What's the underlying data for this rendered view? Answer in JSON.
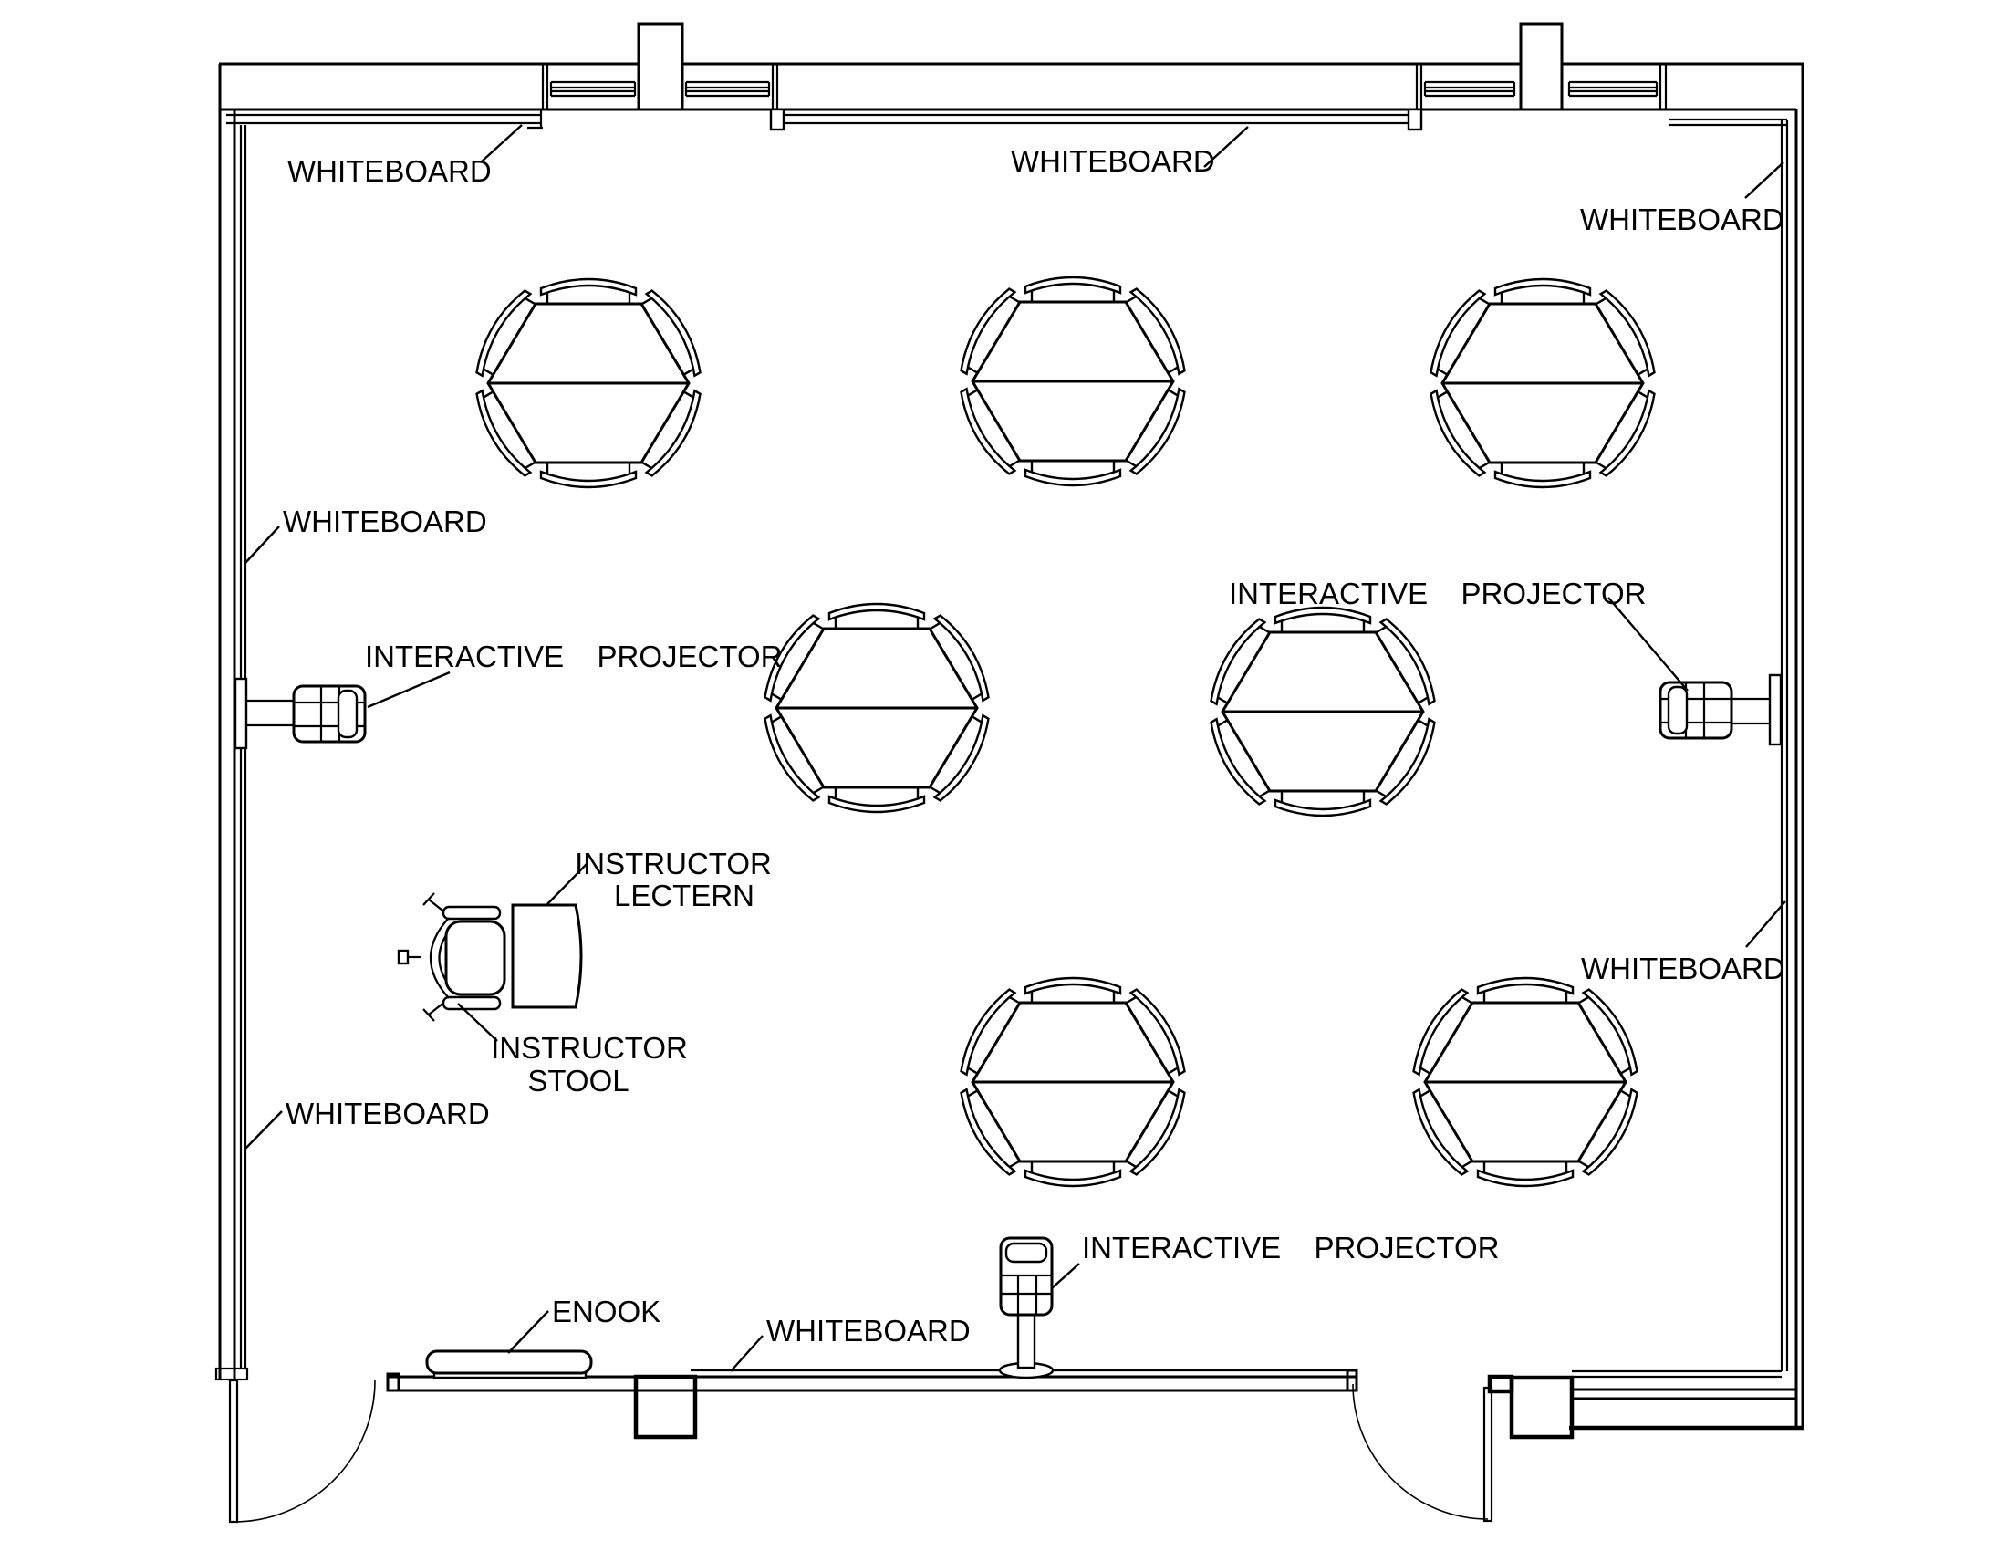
{
  "colors": {
    "line": "#000000",
    "background": "#ffffff"
  },
  "labels": {
    "whiteboard_top_left": "WHITEBOARD",
    "whiteboard_top_center": "WHITEBOARD",
    "whiteboard_top_right": "WHITEBOARD",
    "whiteboard_left_upper": "WHITEBOARD",
    "whiteboard_left_lower": "WHITEBOARD",
    "whiteboard_right_middle": "WHITEBOARD",
    "whiteboard_bottom": "WHITEBOARD",
    "interactive_projector_left": "INTERACTIVE  PROJECTOR",
    "interactive_projector_right": "INTERACTIVE  PROJECTOR",
    "interactive_projector_bottom": "INTERACTIVE  PROJECTOR",
    "instructor_lectern": {
      "line1": "INSTRUCTOR",
      "line2": "LECTERN"
    },
    "instructor_stool": {
      "line1": "INSTRUCTOR",
      "line2": "STOOL"
    },
    "enook": "ENOOK"
  },
  "plan": {
    "hexagonal_tables": 7,
    "chairs_per_table": 6,
    "interactive_projectors": 3,
    "doors": 2,
    "wall_columns": 4,
    "whiteboard_count_labeled": 7
  }
}
